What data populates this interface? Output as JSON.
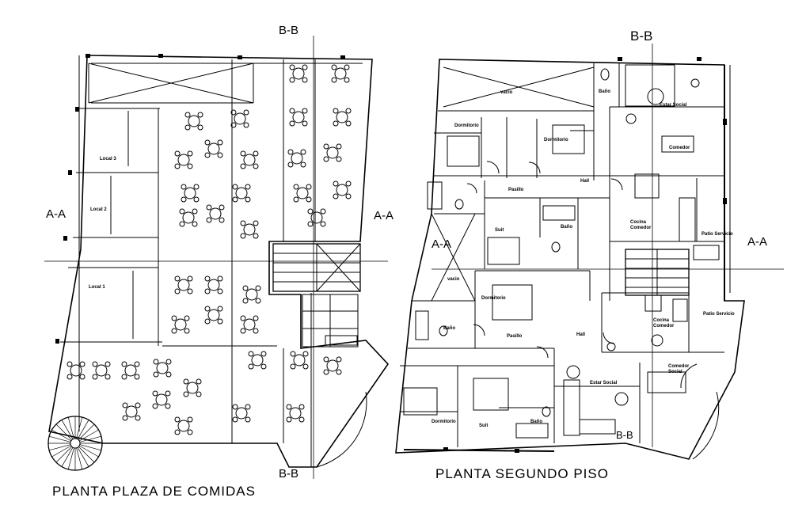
{
  "left_plan": {
    "caption": "PLANTA  PLAZA DE COMIDAS",
    "sections": {
      "bb_top": "B-B",
      "bb_bottom": "B-B",
      "aa_left": "A-A",
      "aa_right": "A-A"
    },
    "rooms": {
      "local1": "Local 1",
      "local2": "Local 2",
      "local3": "Local 3"
    }
  },
  "right_plan": {
    "caption": "PLANTA  SEGUNDO PISO",
    "sections": {
      "bb_top": "B-B",
      "bb_bottom": "B-B",
      "aa_left": "A-A",
      "aa_right": "A-A"
    },
    "rooms": {
      "vacio_top": "vacio",
      "vacio_mid": "vacio",
      "banio_top": "Baño",
      "estar_social_top": "Estar Social",
      "comedor_top": "Comedor",
      "dormitorio_1": "Dormitorio",
      "dormitorio_2": "Dormitorio",
      "pasillo_1": "Pasillo",
      "hall_1": "Hall",
      "suit_1": "Suit",
      "banio_suit": "Baño",
      "cocina_comedor_1": "Cocina Comedor",
      "patio_servicio_1": "Patio Servicio",
      "dormitorio_3": "Dormitorio",
      "banio_left": "Baño",
      "pasillo_2": "Pasillo",
      "hall_2": "Hall",
      "cocina_comedor_2": "Cocina Comedor",
      "patio_servicio_2": "Patio Servicio",
      "estar_social_bottom": "Estar Social",
      "comedor_social": "Comedor Social",
      "dormitorio_4": "Dormitorio",
      "suit_2": "Suit",
      "banio_bottom": "Baño"
    }
  },
  "colors": {
    "line": "#000000",
    "background": "#ffffff"
  }
}
